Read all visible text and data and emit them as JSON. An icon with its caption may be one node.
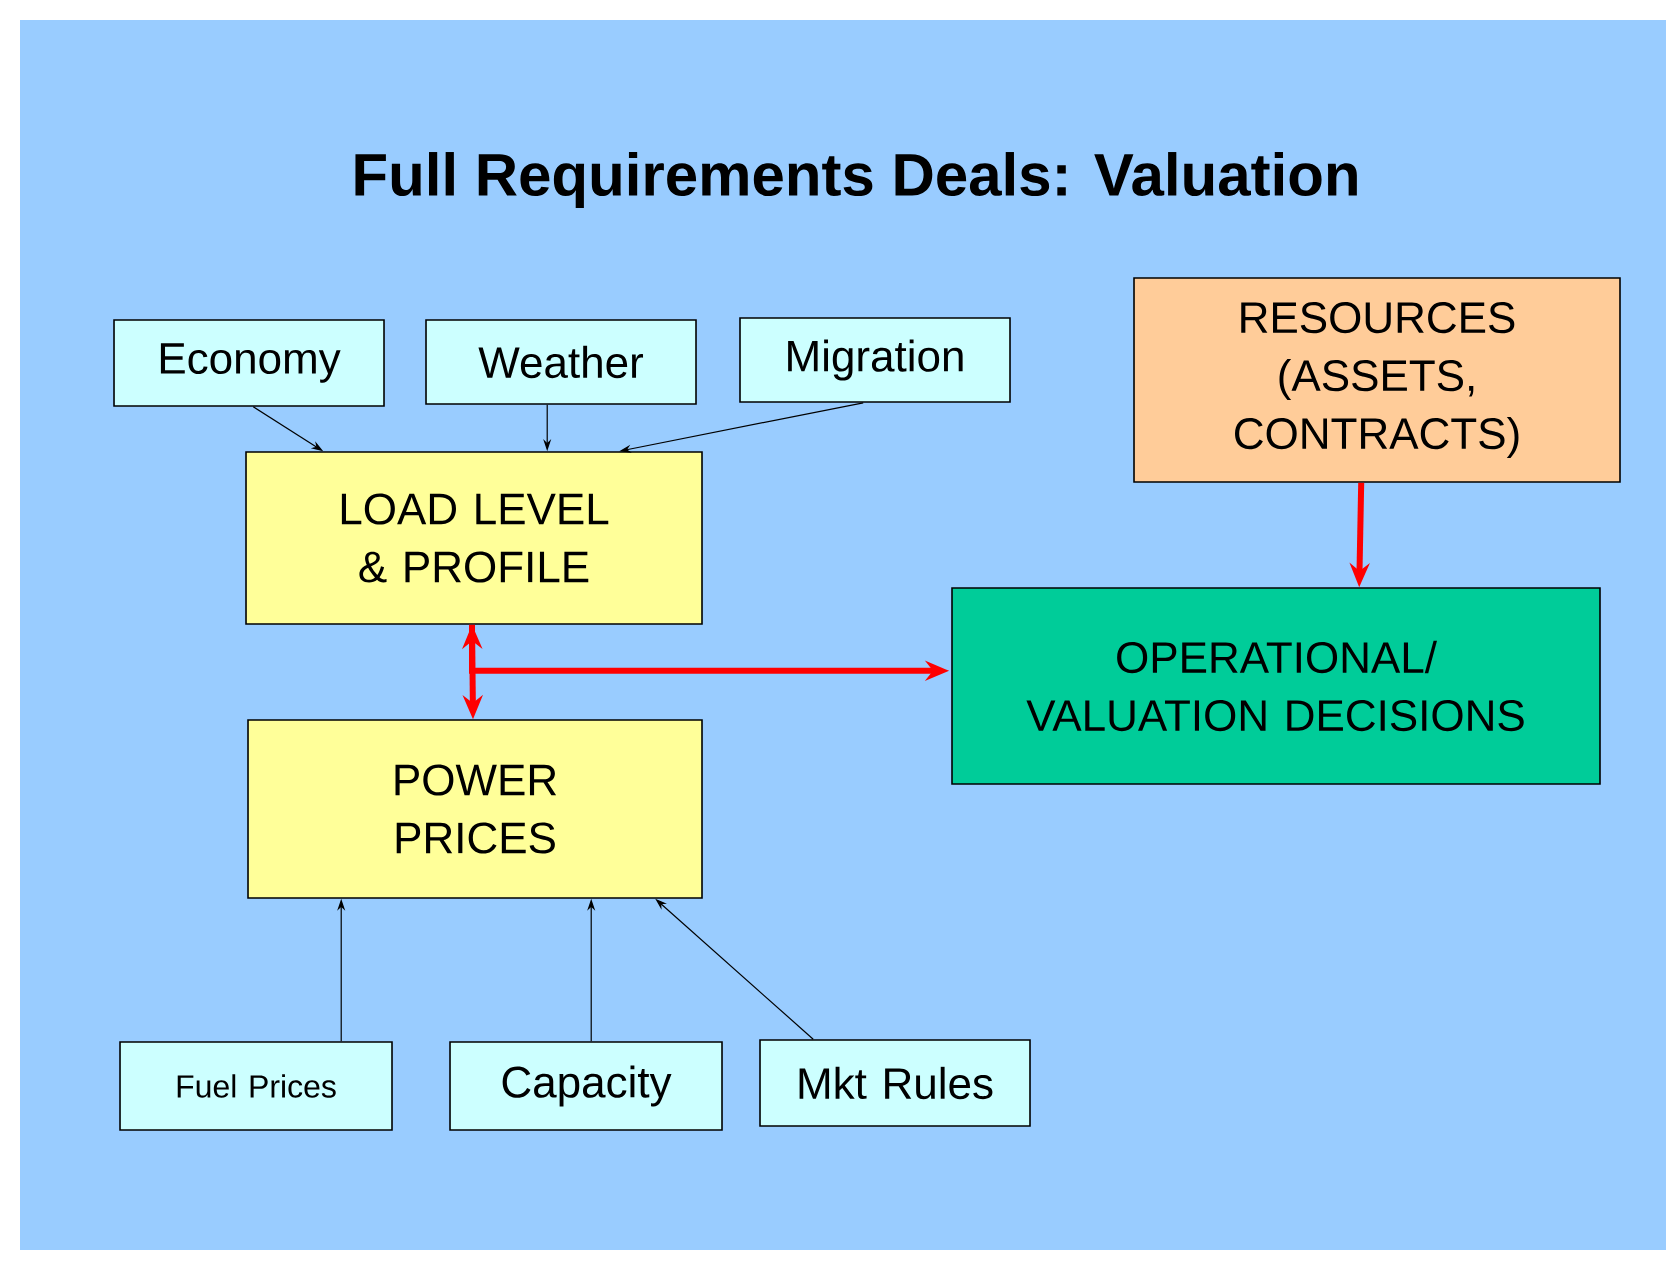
{
  "diagram": {
    "title": "Full Requirements Deals: Valuation",
    "nodes": [
      {
        "text": [
          "Economy"
        ]
      },
      {
        "text": [
          "Weather"
        ]
      },
      {
        "text": [
          "Migration"
        ]
      },
      {
        "text": [
          "LOAD LEVEL & PROFILE"
        ]
      },
      {
        "text": [
          "RESOURCES (ASSETS, CONTRACTS)"
        ]
      },
      {
        "text": [
          "OPERATIONAL/ VALUATION DECISIONS"
        ]
      },
      {
        "text": [
          "POWER PRICES"
        ]
      },
      {
        "text": [
          "Fuel Prices"
        ]
      },
      {
        "text": [
          "Capacity"
        ]
      },
      {
        "text": [
          "Mkt  Rules"
        ]
      }
    ],
    "edges": [
      {
        "from": 0,
        "to": 3,
        "arrow": "to"
      },
      {
        "from": 1,
        "to": 3,
        "arrow": "to"
      },
      {
        "from": 2,
        "to": 3,
        "arrow": "to"
      },
      {
        "from": 4,
        "to": 5,
        "arrow": "to",
        "style": "thick",
        "color": "#ff0000"
      },
      {
        "from": 3,
        "to": 6,
        "arrow": "both",
        "style": "thick",
        "color": "#ff0000"
      },
      {
        "from": 3,
        "to": 5,
        "arrow": "to",
        "style": "thick",
        "color": "#ff0000"
      },
      {
        "from": 7,
        "to": 6,
        "arrow": "to"
      },
      {
        "from": 8,
        "to": 6,
        "arrow": "to"
      },
      {
        "from": 9,
        "to": 6,
        "arrow": "to"
      }
    ]
  }
}
